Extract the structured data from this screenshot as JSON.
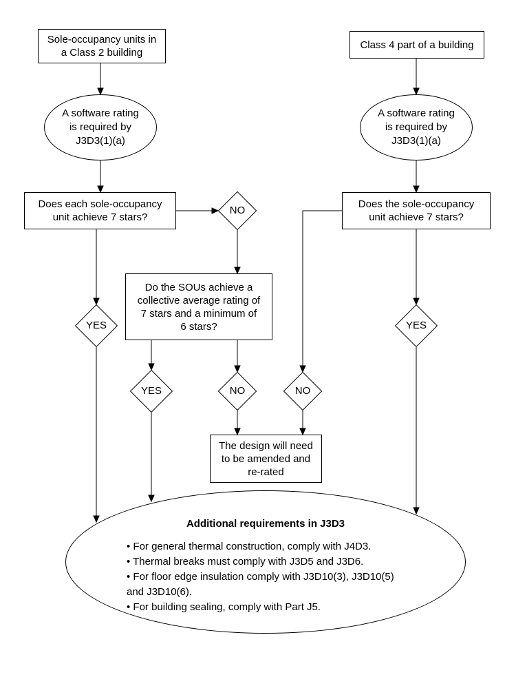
{
  "diagram": {
    "colors": {
      "line": "#000000",
      "background": "#ffffff",
      "text": "#000000"
    },
    "nodes": {
      "class2_start": {
        "label": [
          "Sole-occupancy units in",
          "a Class 2 building"
        ]
      },
      "class4_start": {
        "label": "Class 4 part of a building"
      },
      "rating_left": {
        "label": [
          "A software rating",
          "is required by",
          "J3D3(1)(a)"
        ]
      },
      "rating_right": {
        "label": [
          "A software rating",
          "is required by",
          "J3D3(1)(a)"
        ]
      },
      "q_each_sou": {
        "label": [
          "Does each sole-occupancy",
          "unit achieve 7 stars?"
        ]
      },
      "q_single_sou": {
        "label": [
          "Does the sole-occupancy",
          "unit achieve 7 stars?"
        ]
      },
      "q_collective": {
        "label": [
          "Do the SOUs achieve a",
          "collective average rating of",
          "7 stars and a minimum of",
          "6 stars?"
        ]
      },
      "no1": {
        "label": "NO"
      },
      "no2": {
        "label": "NO"
      },
      "no3": {
        "label": "NO"
      },
      "yes1": {
        "label": "YES"
      },
      "yes2": {
        "label": "YES"
      },
      "yes3": {
        "label": "YES"
      },
      "amend": {
        "label": [
          "The design will need",
          "to be amended and",
          "re-rated"
        ]
      },
      "additional": {
        "title": "Additional requirements in J3D3",
        "items": [
          "• For general thermal construction, comply with J4D3.",
          "• Thermal breaks must comply with J3D5 and J3D6.",
          "• For floor edge insulation comply with J3D10(3), J3D10(5)",
          "and J3D10(6).",
          "• For building sealing, comply with Part J5."
        ]
      }
    }
  }
}
